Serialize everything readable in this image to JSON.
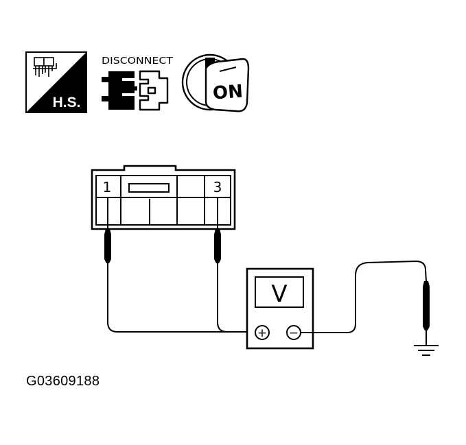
{
  "icons": {
    "harness_side": {
      "label": "H.S.",
      "icon": "harness-side-icon"
    },
    "disconnect": {
      "label": "DISCONNECT",
      "icon": "connector-disconnect-icon"
    },
    "ignition": {
      "label": "ON",
      "icon": "ignition-key-on-icon"
    }
  },
  "connector": {
    "terminal_left": "1",
    "terminal_right": "3"
  },
  "meter": {
    "symbol": "V",
    "plus_symbol": "+",
    "minus_symbol": "−"
  },
  "figure_id": "G03609188",
  "colors": {
    "line": "#000000",
    "fill": "#ffffff"
  }
}
